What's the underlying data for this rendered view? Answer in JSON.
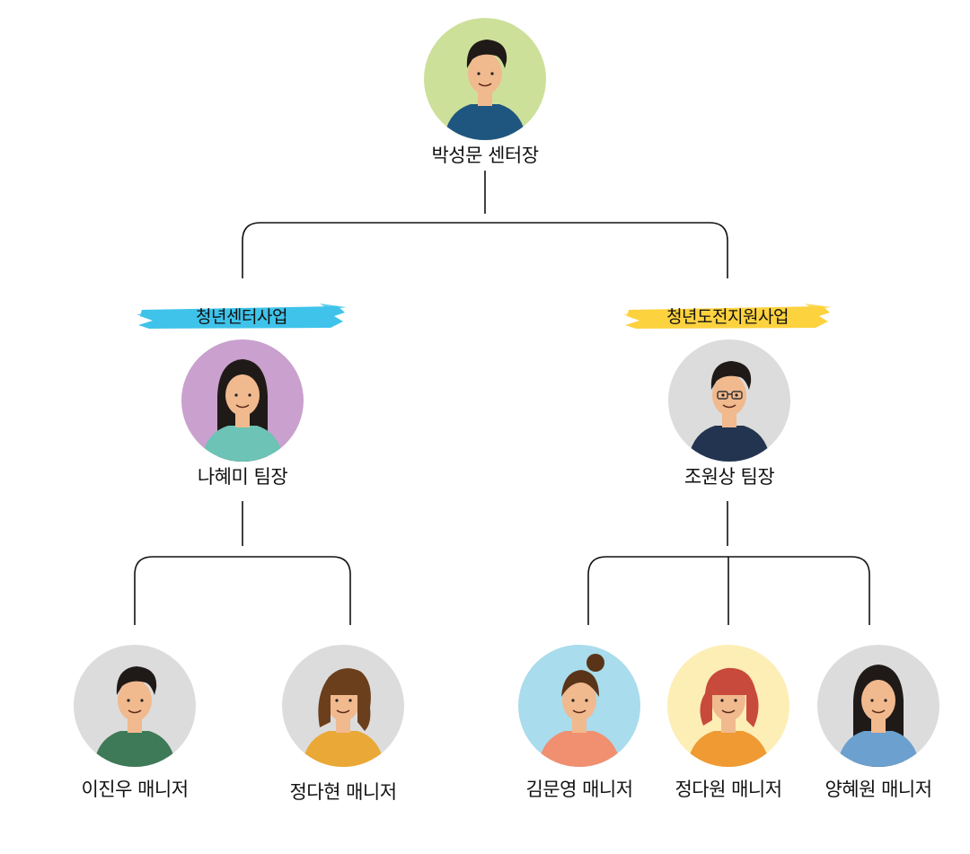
{
  "director": {
    "name": "박성문 센터장",
    "avatar_bg": "#cde09a",
    "shirt_color": "#1f5680"
  },
  "teams": [
    {
      "dept_label": "청년센터사업",
      "dept_color": "#3fc3ea",
      "leader": {
        "name": "나혜미 팀장",
        "avatar_bg": "#c9a0ce",
        "shirt_color": "#6cc3b6"
      },
      "members": [
        {
          "name": "이진우 매니저",
          "avatar_bg": "#dcdcdc",
          "shirt_color": "#3e7a57"
        },
        {
          "name": "정다현 매니저",
          "avatar_bg": "#dcdcdc",
          "shirt_color": "#eaa836"
        }
      ]
    },
    {
      "dept_label": "청년도전지원사업",
      "dept_color": "#fdd23f",
      "leader": {
        "name": "조원상 팀장",
        "avatar_bg": "#dcdcdc",
        "shirt_color": "#223450"
      },
      "members": [
        {
          "name": "김문영 매니저",
          "avatar_bg": "#a9dcec",
          "shirt_color": "#f09070"
        },
        {
          "name": "정다원 매니저",
          "avatar_bg": "#fdeeb5",
          "shirt_color": "#ef9a33"
        },
        {
          "name": "양혜원 매니저",
          "avatar_bg": "#dcdcdc",
          "shirt_color": "#6ba0cf"
        }
      ]
    }
  ]
}
